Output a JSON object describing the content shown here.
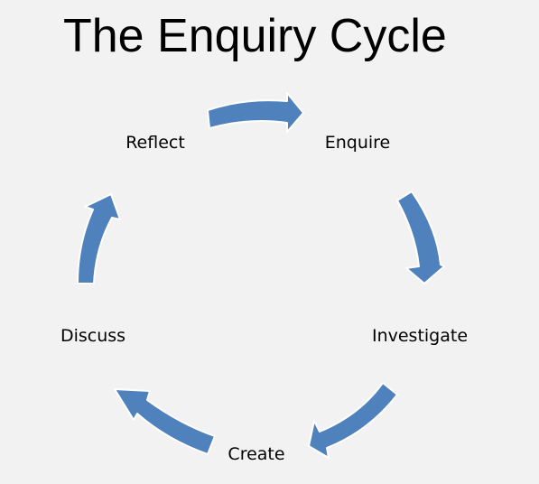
{
  "diagram": {
    "title": "The Enquiry Cycle",
    "stages": [
      {
        "id": "enquire",
        "label": "Enquire"
      },
      {
        "id": "investigate",
        "label": "Investigate"
      },
      {
        "id": "create",
        "label": "Create"
      },
      {
        "id": "discuss",
        "label": "Discuss"
      },
      {
        "id": "reflect",
        "label": "Reflect"
      }
    ],
    "arrow_color": "#4f81bd",
    "background_color": "#f2f2f2"
  }
}
